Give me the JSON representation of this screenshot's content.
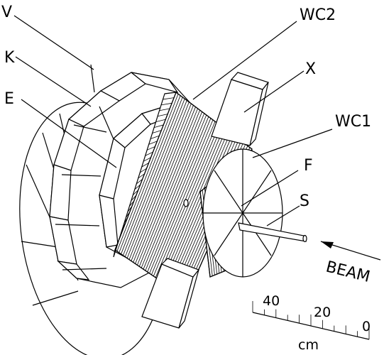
{
  "labels": {
    "v": "V",
    "k": "K",
    "e": "E",
    "wc2": "WC2",
    "x": "X",
    "wc1": "WC1",
    "f": "F",
    "s": "S",
    "beam": "BEAM"
  },
  "scale": {
    "unit": "cm",
    "ticks": [
      "40",
      "20",
      "0"
    ]
  }
}
